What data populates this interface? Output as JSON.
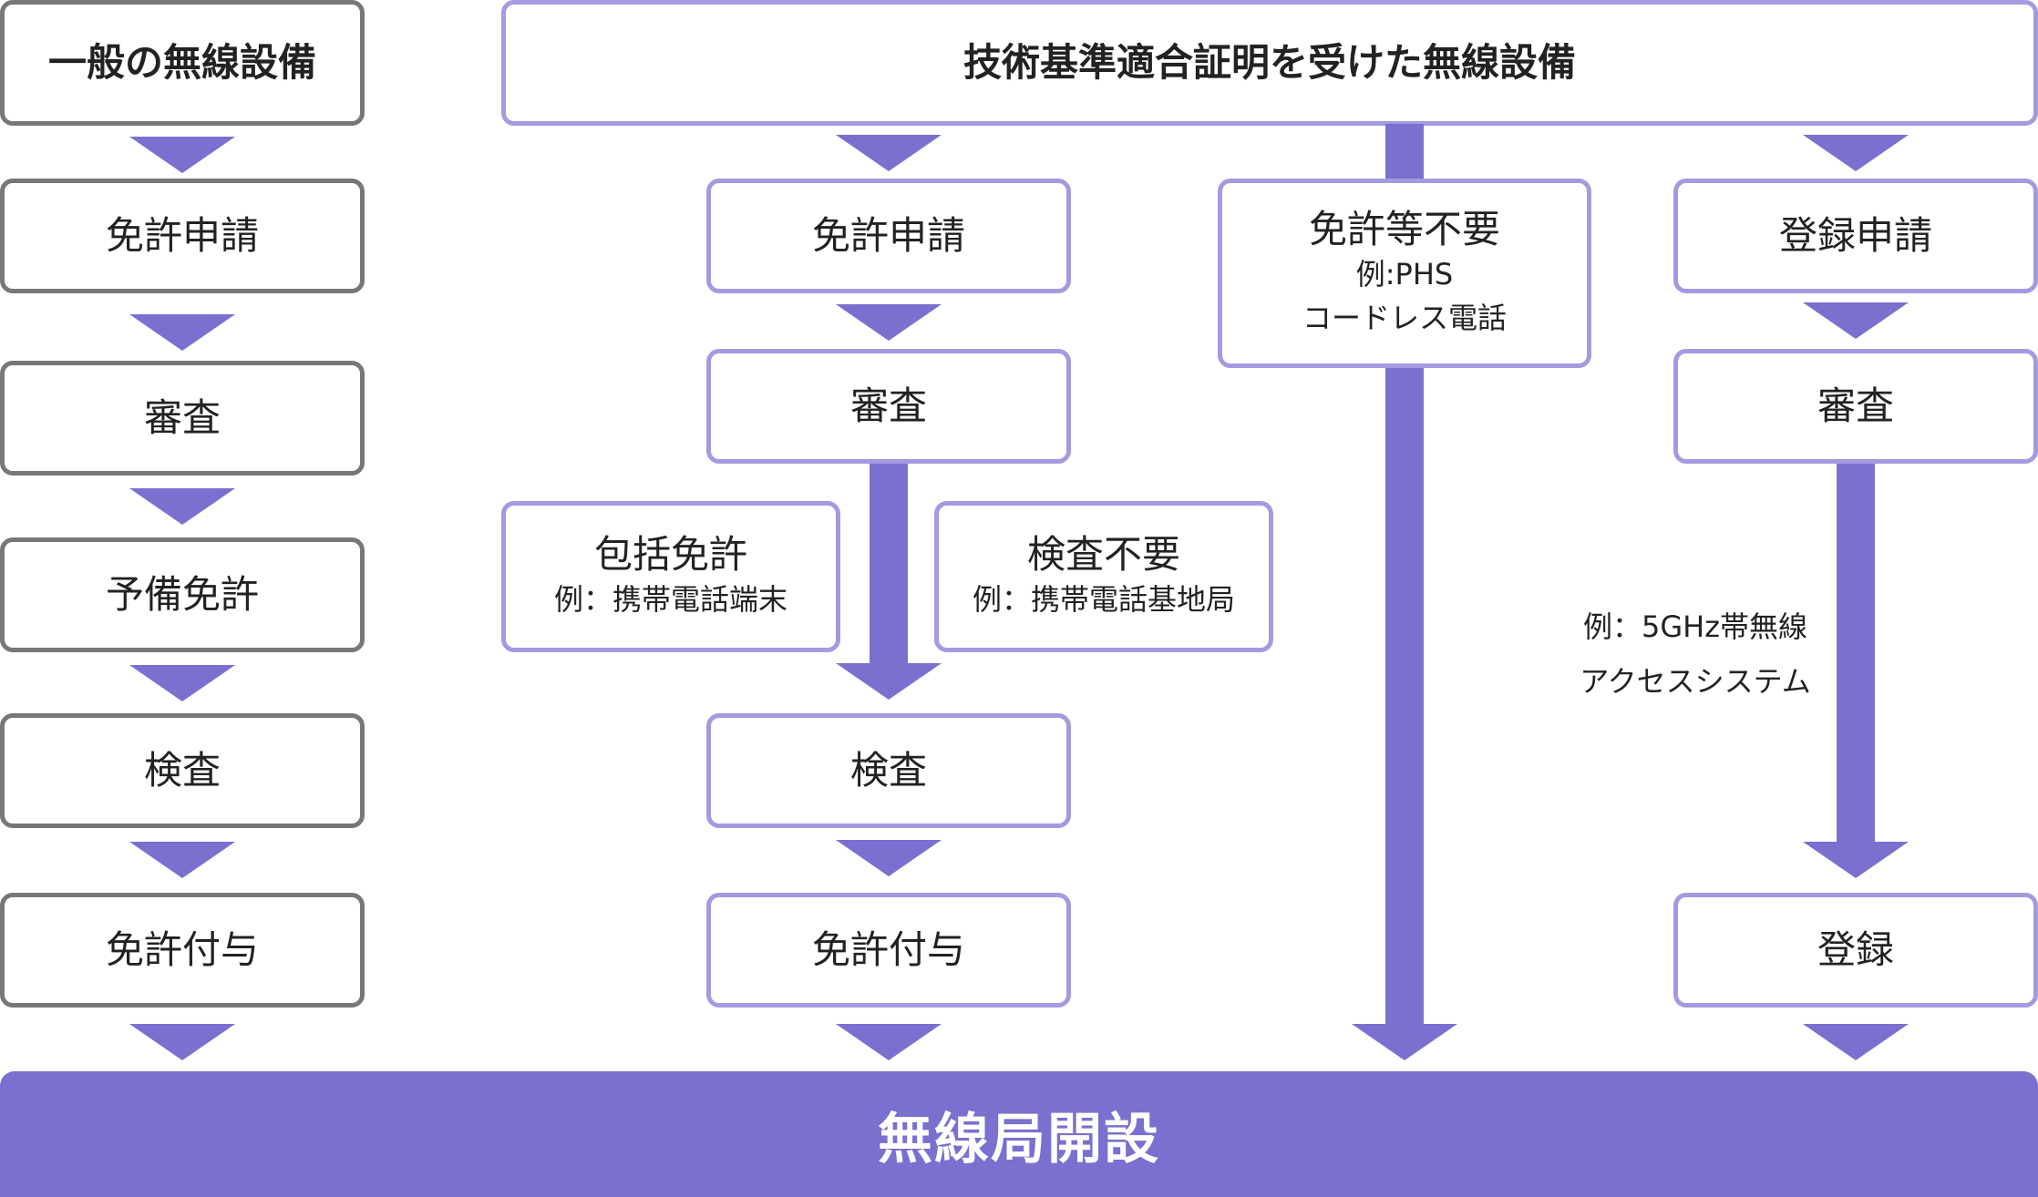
{
  "left_column": {
    "title": "一般の無線設備",
    "steps": [
      "免許申請",
      "審査",
      "予備免許",
      "検査",
      "免許付与"
    ]
  },
  "certified": {
    "title": "技術基準適合証明を受けた無線設備",
    "license_path": {
      "steps": [
        "免許申請",
        "審査",
        "検査",
        "免許付与"
      ],
      "blanket": {
        "label": "包括免許",
        "example": "例：携帯電話端末"
      },
      "no_inspection": {
        "label": "検査不要",
        "example": "例：携帯電話基地局"
      }
    },
    "exempt": {
      "label": "免許等不要",
      "example_1": "例:PHS",
      "example_2": "コードレス電話"
    },
    "registration": {
      "steps": [
        "登録申請",
        "審査",
        "登録"
      ],
      "example_1": "例：5GHz帯無線",
      "example_2": "アクセスシステム"
    }
  },
  "footer": {
    "label": "無線局開設"
  },
  "colors": {
    "accent": "#7a70cf",
    "purple_border": "#a39be0",
    "gray_border": "#777777"
  }
}
